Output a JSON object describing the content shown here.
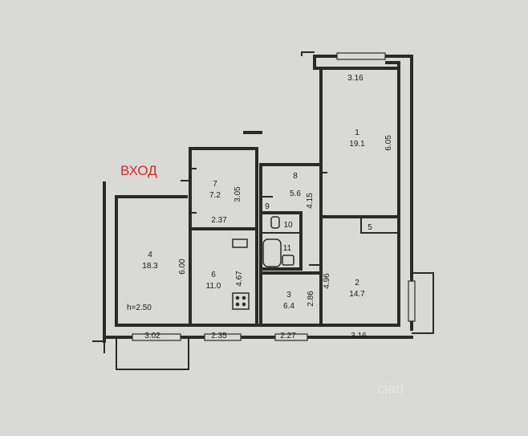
{
  "entrance_label": "ВХОД",
  "ceiling_height": "h=2.50",
  "watermark": "cian",
  "rooms": [
    {
      "number": "1",
      "area": "19.1"
    },
    {
      "number": "2",
      "area": "14.7"
    },
    {
      "number": "3",
      "area": "6.4"
    },
    {
      "number": "4",
      "area": "18.3"
    },
    {
      "number": "5",
      "area": ""
    },
    {
      "number": "6",
      "area": "11.0"
    },
    {
      "number": "7",
      "area": "7.2"
    },
    {
      "number": "8",
      "area": "5.6"
    },
    {
      "number": "9",
      "area": ""
    },
    {
      "number": "10",
      "area": ""
    },
    {
      "number": "11",
      "area": ""
    }
  ],
  "dimensions": {
    "room1_width": "3.16",
    "room1_length": "6.05",
    "room2_width": "3.16",
    "room2_length": "4.96",
    "room3_width": "2.27",
    "room3_length": "2.86",
    "room4_width": "3.02",
    "room4_length": "6.00",
    "room6_width": "2.35",
    "room6_length": "4.67",
    "room7_width": "2.37",
    "room7_length": "3.05",
    "corridor_length": "4.15"
  }
}
